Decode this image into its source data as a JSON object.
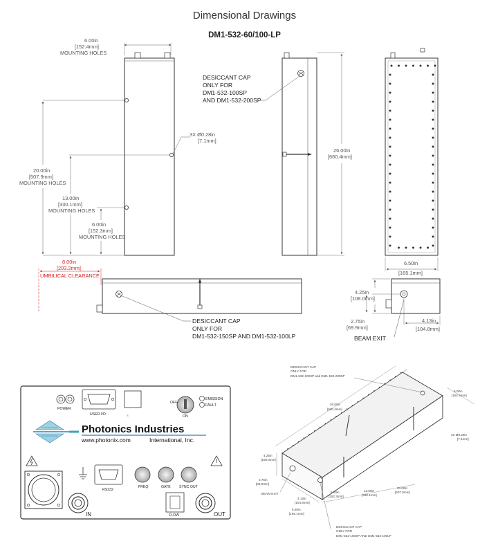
{
  "page": {
    "title": "Dimensional Drawings",
    "model": "DM1-532-60/100-LP"
  },
  "front_view": {
    "dim_width": "6.00in",
    "dim_width_mm": "[152.4mm]",
    "dim_width_note": "MOUNTING HOLES",
    "dim_hole": "3X  Ø0.28in",
    "dim_hole_mm": "[7.1mm]",
    "dim_20": "20.00in",
    "dim_20_mm": "[507.9mm]",
    "dim_20_note": "MOUNTING HOLES",
    "dim_13": "13.00in",
    "dim_13_mm": "[330.1mm]",
    "dim_13_note": "MOUNTING HOLES",
    "dim_6": "6.00in",
    "dim_6_mm": "[152.3mm]",
    "dim_6_note": "MOUNTING HOLES"
  },
  "side_view": {
    "cap_note_1": "DESICCANT CAP",
    "cap_note_2": "ONLY FOR",
    "cap_note_3": "DM1-532-100SP",
    "cap_note_4": "AND DM1-532-200SP",
    "dim_length": "26.00in",
    "dim_length_mm": "[660.4mm]"
  },
  "rear_view": {
    "dim_width": "6.50in",
    "dim_width_mm": "[165.1mm]"
  },
  "bottom_view": {
    "umbilical": "8.00in",
    "umbilical_mm": "[203.2mm]",
    "umbilical_note": "UMBILICAL CLEARANCE",
    "cap_note_1": "DESICCANT CAP",
    "cap_note_2": "ONLY FOR",
    "cap_note_3": "DM1-532-150SP AND DM1-532-100LP"
  },
  "end_view": {
    "dim_h": "4.25in",
    "dim_h_mm": "[108.0mm]",
    "dim_beam_h": "2.75in",
    "dim_beam_h_mm": "[69.9mm]",
    "dim_beam_w": "4.13in",
    "dim_beam_w_mm": "[104.8mm]",
    "beam_exit": "BEAM EXIT"
  },
  "panel": {
    "power": "POWER",
    "user_io": "USER I/O",
    "off": "OFF",
    "on": "ON",
    "emission": "EMISSION",
    "fault": "FAULT",
    "company": "Photonics Industries",
    "website": "www.photonix.com",
    "intl": "International, Inc.",
    "rs232": "RS232",
    "freq": "FREQ",
    "gate": "GATE",
    "sync_out": "SYNC  OUT",
    "flow": "FLOW",
    "in": "IN",
    "out": "OUT"
  },
  "iso_view": {
    "cap_top_1": "DESICCANT CAP",
    "cap_top_2": "ONLY FOR",
    "cap_top_3": "DM1-532-100SP and DM1-532-200SP",
    "d26": "26.00in",
    "d26_mm": "[660.4mm]",
    "d6": "6.00in",
    "d6_mm": "[152.4mm]",
    "dhole": "3X  Ø0.28in",
    "dhole_mm": "[7.1mm]",
    "d425": "4.25in",
    "d425_mm": "[108.0mm]",
    "d275": "2.75in",
    "d275_mm": "[69.9mm]",
    "beam_exit": "BEAM EXIT",
    "d413": "4.13in",
    "d413_mm": "[104.8mm]",
    "d650": "6.50in",
    "d650_mm": "[165.1mm]",
    "d600b": "6.00in",
    "d600b_mm": "[152.3mm]",
    "d1300": "13.00in",
    "d1300_mm": "[330.1mm]",
    "d2000": "20.00in",
    "d2000_mm": "[507.9mm]",
    "cap_bot_1": "DESICCANT CAP",
    "cap_bot_2": "ONLY FOR",
    "cap_bot_3": "DM1-532-150SP AND DM1-532-100LP"
  },
  "colors": {
    "line": "#333333",
    "dim": "#666666",
    "red": "#d62020",
    "brand_blue": "#2f7fb5",
    "teal": "#3aa3b5"
  }
}
